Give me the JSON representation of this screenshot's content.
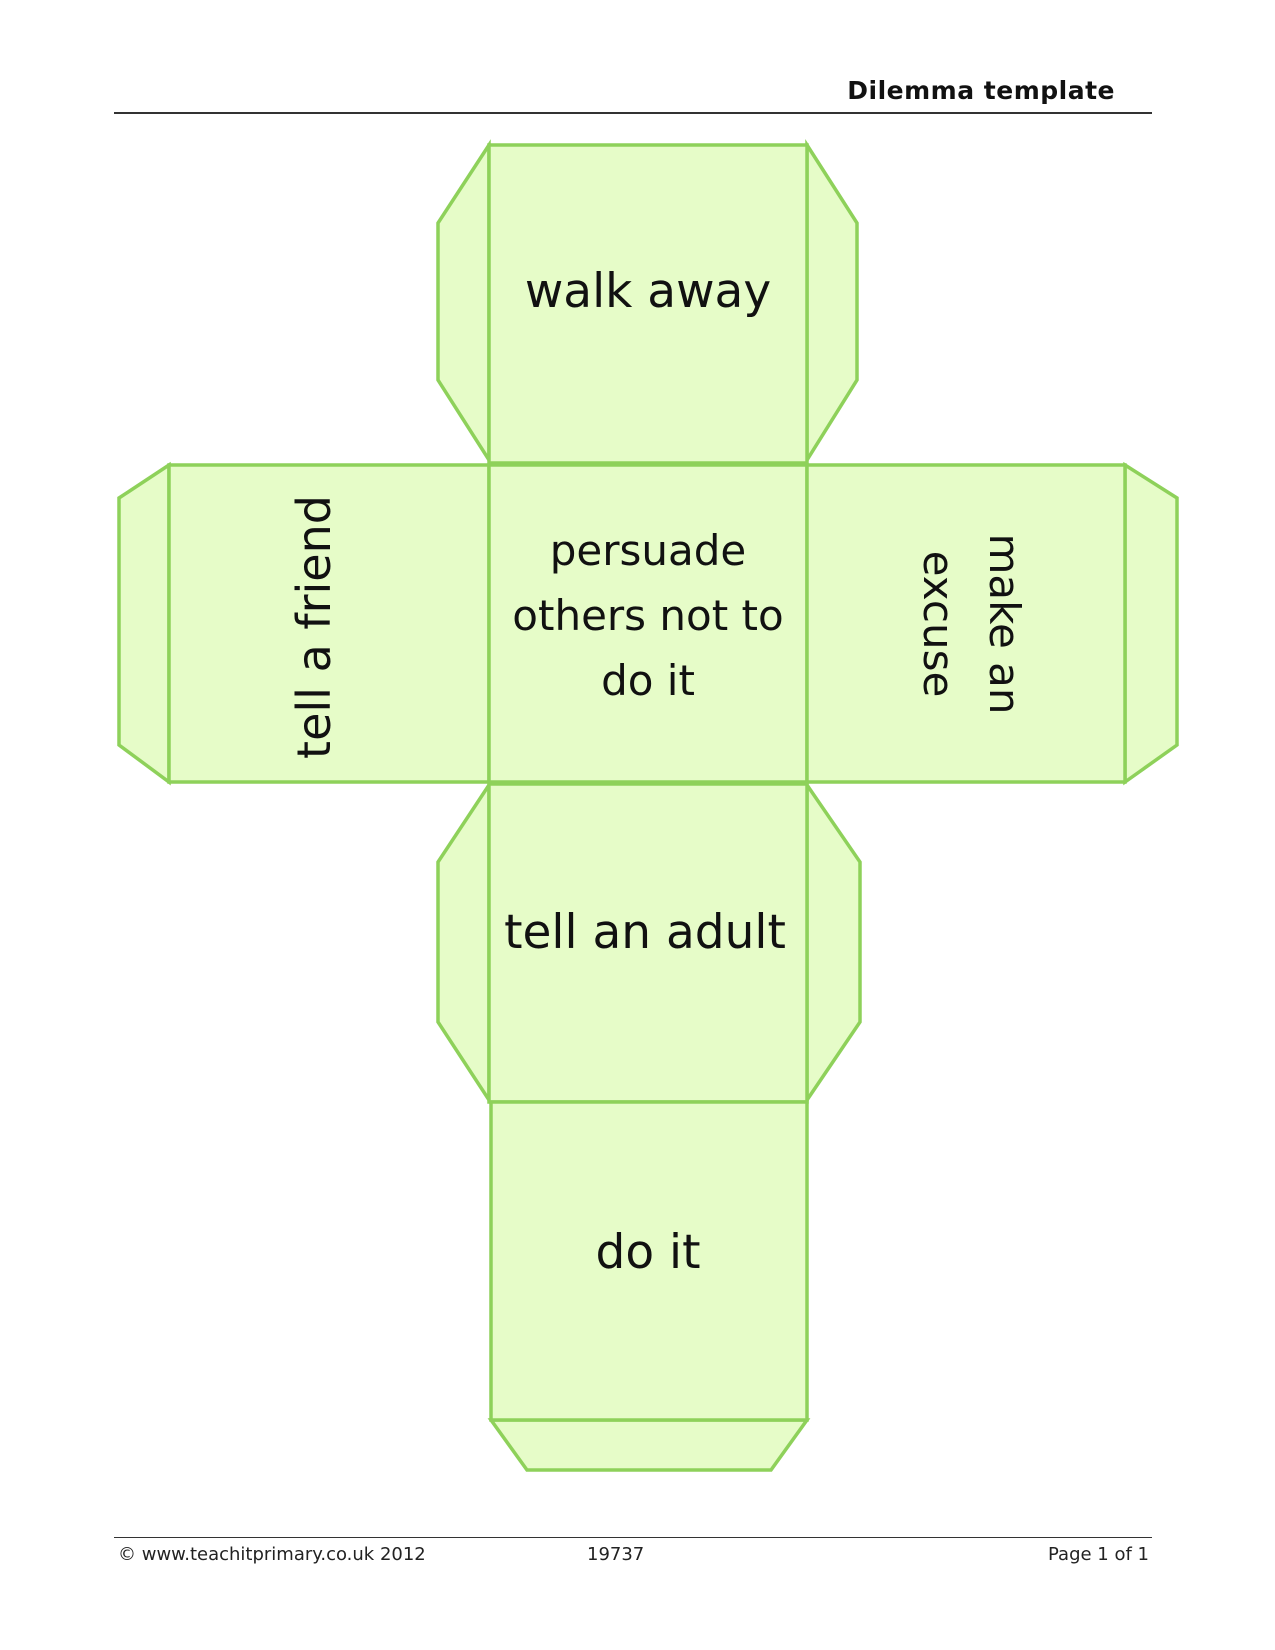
{
  "header": {
    "title": "Dilemma  template"
  },
  "faces": {
    "top": "walk away",
    "left": "tell a friend",
    "center": [
      "persuade",
      "others not to",
      "do it"
    ],
    "right": [
      "make an",
      "excuse"
    ],
    "middle_lower": "tell an adult",
    "bottom": "do it"
  },
  "footer": {
    "copyright": "© www.teachitprimary.co.uk 2012",
    "code": "19737",
    "page": "Page 1 of 1"
  },
  "colors": {
    "face_fill": "#e6fcc8",
    "face_stroke": "#8ed15a",
    "text": "#111111"
  }
}
